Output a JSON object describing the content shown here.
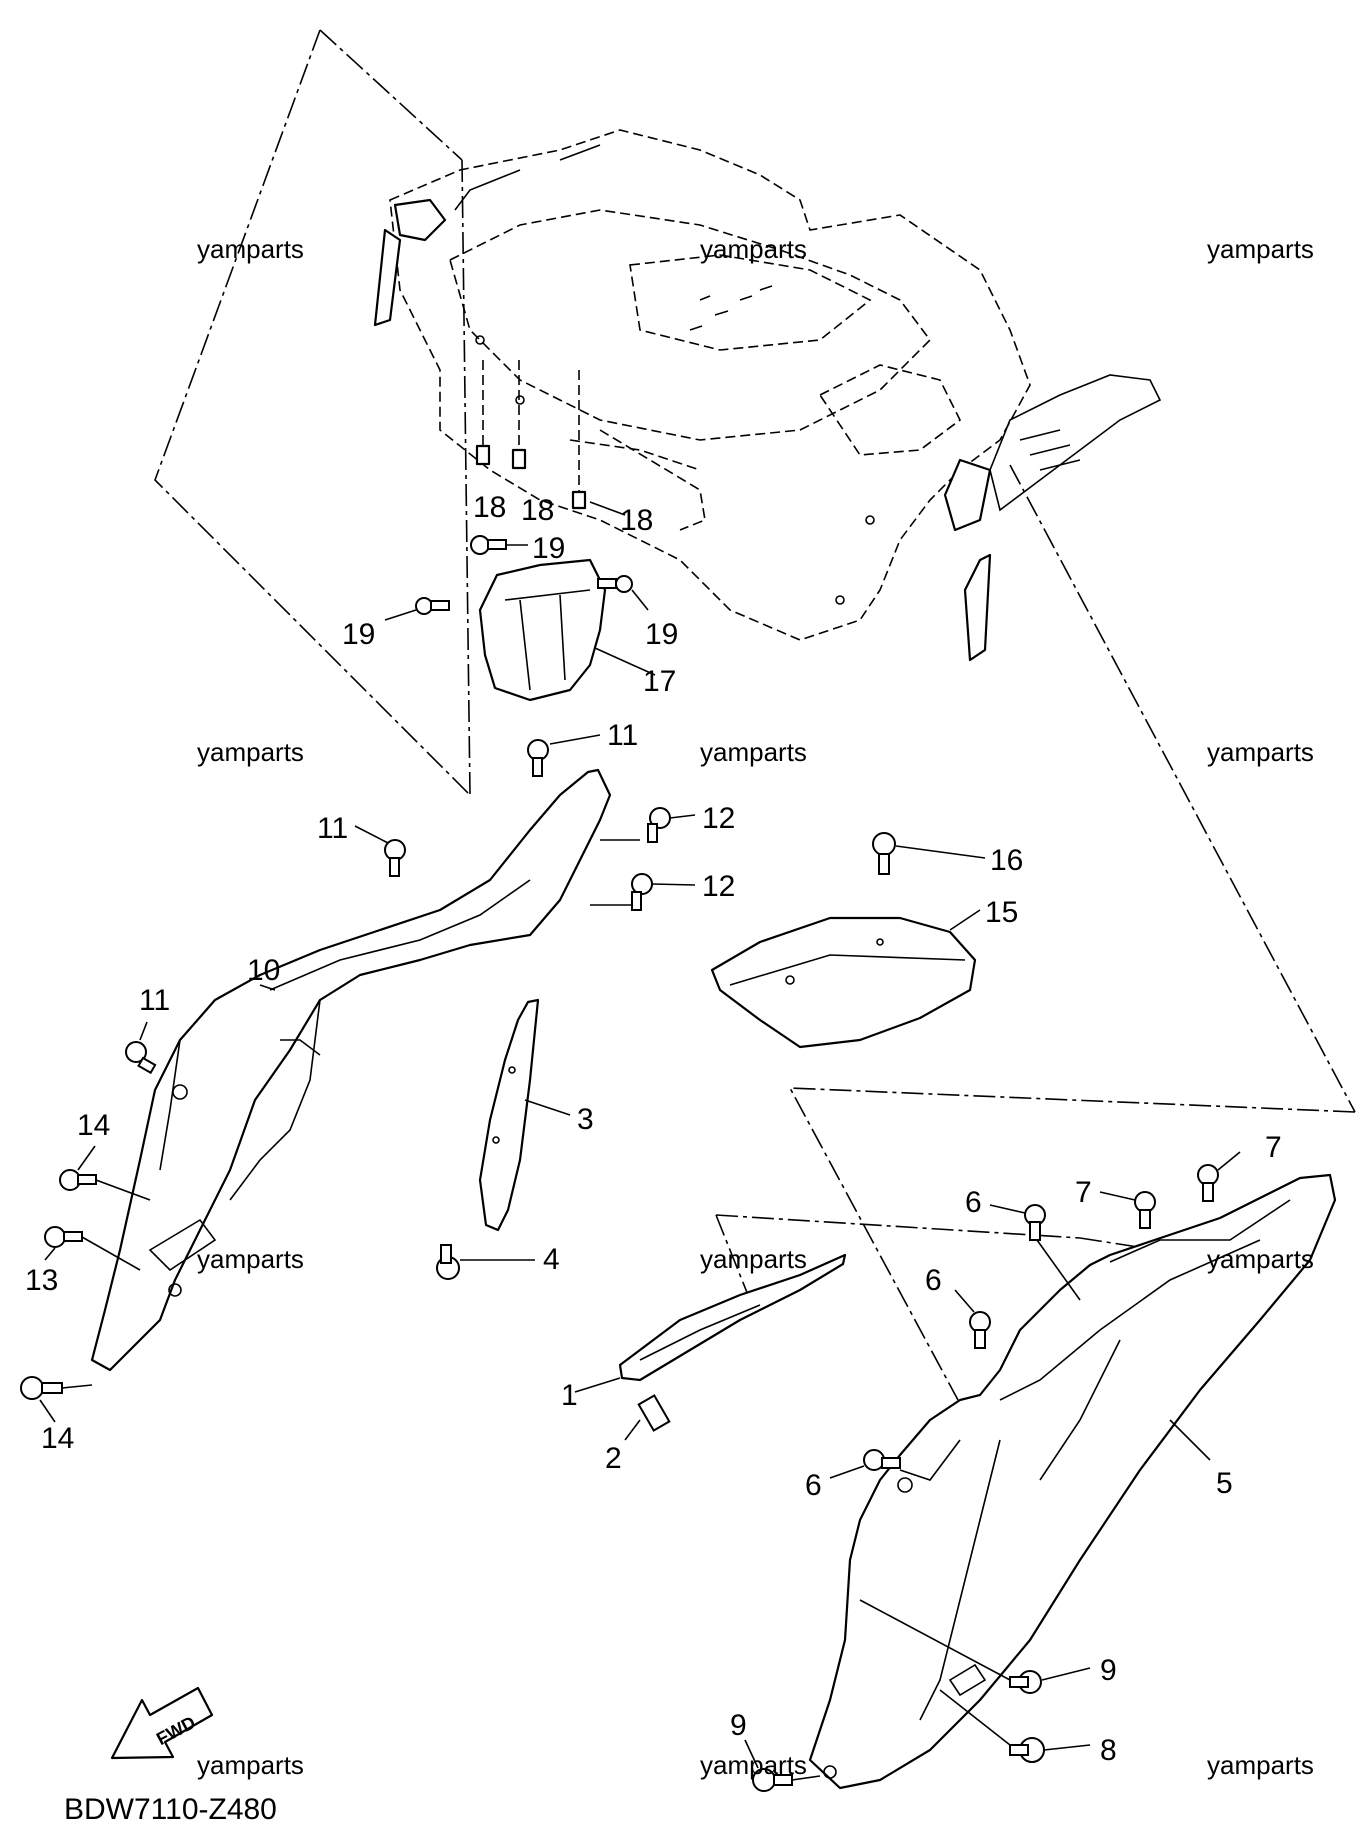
{
  "diagram": {
    "code": "BDW7110-Z480",
    "watermark": "yamparts",
    "fwd_label": "FWD",
    "callouts": {
      "c1": "1",
      "c2": "2",
      "c3": "3",
      "c4": "4",
      "c5": "5",
      "c6a": "6",
      "c6b": "6",
      "c6c": "6",
      "c7a": "7",
      "c7b": "7",
      "c8": "8",
      "c9a": "9",
      "c9b": "9",
      "c10": "10",
      "c11a": "11",
      "c11b": "11",
      "c11c": "11",
      "c12a": "12",
      "c12b": "12",
      "c13": "13",
      "c14a": "14",
      "c14b": "14",
      "c15": "15",
      "c16": "16",
      "c17": "17",
      "c18a": "18",
      "c18b": "18",
      "c18c": "18",
      "c19a": "19",
      "c19b": "19",
      "c19c": "19"
    }
  }
}
